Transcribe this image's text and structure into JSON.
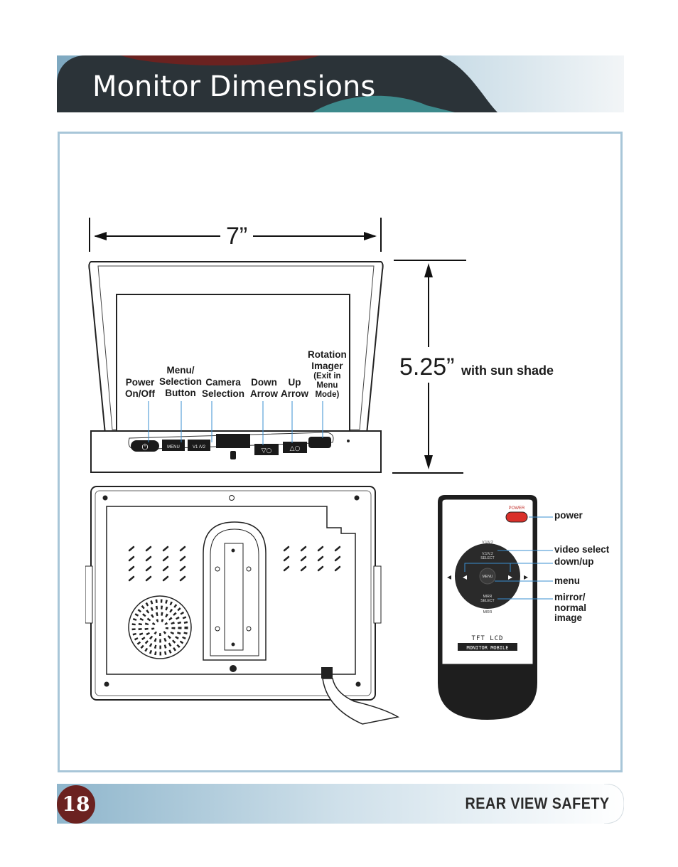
{
  "header": {
    "title": "Monitor Dimensions"
  },
  "dimensions": {
    "width": "7”",
    "height": "5.25”",
    "height_note": "with sun shade"
  },
  "button_labels": {
    "power": [
      "Power",
      "On/Off"
    ],
    "menu": [
      "Menu/",
      "Selection",
      "Button"
    ],
    "camera": [
      "Camera",
      "Selection"
    ],
    "down": [
      "Down",
      "Arrow"
    ],
    "up": [
      "Up",
      "Arrow"
    ],
    "rotation": [
      "Rotation",
      "Imager"
    ],
    "rotation_note": [
      "(Exit in",
      "Menu",
      "Mode)"
    ]
  },
  "remote_labels": {
    "power": "power",
    "video_select": "video select",
    "down_up": "down/up",
    "menu": "menu",
    "mirror": [
      "mirror/",
      "normal",
      "image"
    ]
  },
  "footer": {
    "page_number": "18",
    "brand": "REAR VIEW SAFETY"
  },
  "colors": {
    "header_dark": "#2b3338",
    "header_maroon": "#6b2220",
    "header_teal": "#3d8a8c",
    "header_light_blue": "#a9c9da",
    "frame_border": "#a8c6d8",
    "page_number_bg": "#6b2220",
    "remote_power": "#d9302a"
  }
}
